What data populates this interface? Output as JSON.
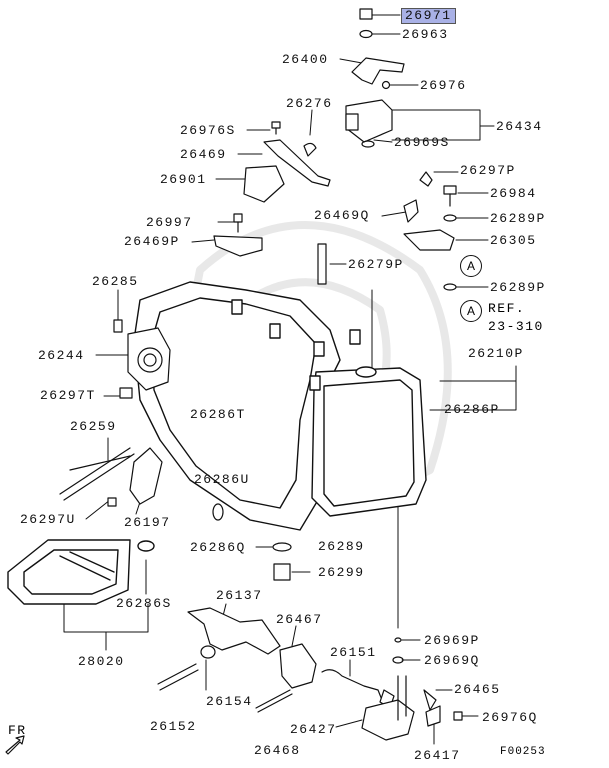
{
  "labels": {
    "p26971": "26971",
    "p26963": "26963",
    "p26400": "26400",
    "p26976": "26976",
    "p26276": "26276",
    "p26434": "26434",
    "p26976s": "26976S",
    "p26469": "26469",
    "p26969s": "26969S",
    "p26901": "26901",
    "p26297p": "26297P",
    "p26984": "26984",
    "p26469q": "26469Q",
    "p26289p_a": "26289P",
    "p26997": "26997",
    "p26469p": "26469P",
    "p26305": "26305",
    "p26279p": "26279P",
    "p26289p_b": "26289P",
    "p26285": "26285",
    "p26244": "26244",
    "p26210p": "26210P",
    "p26297t": "26297T",
    "p26286t": "26286T",
    "p26286p": "26286P",
    "p26259": "26259",
    "p26286u": "26286U",
    "p26297u": "26297U",
    "p26197": "26197",
    "p26286q": "26286Q",
    "p26289": "26289",
    "p26299": "26299",
    "p26286s": "26286S",
    "p26137": "26137",
    "p26467": "26467",
    "p26969p": "26969P",
    "p28020": "28020",
    "p26151": "26151",
    "p26969q": "26969Q",
    "p26465": "26465",
    "p26154": "26154",
    "p26152": "26152",
    "p26976q": "26976Q",
    "p26468": "26468",
    "p26427": "26427",
    "p26417": "26417"
  },
  "callouts": {
    "a1": "A",
    "a2": "A"
  },
  "ref": {
    "prefix": "REF.",
    "page": "23-310"
  },
  "direction": {
    "label": "FR"
  },
  "figure_id": "F00253",
  "highlight_color": "#a9b1e6"
}
